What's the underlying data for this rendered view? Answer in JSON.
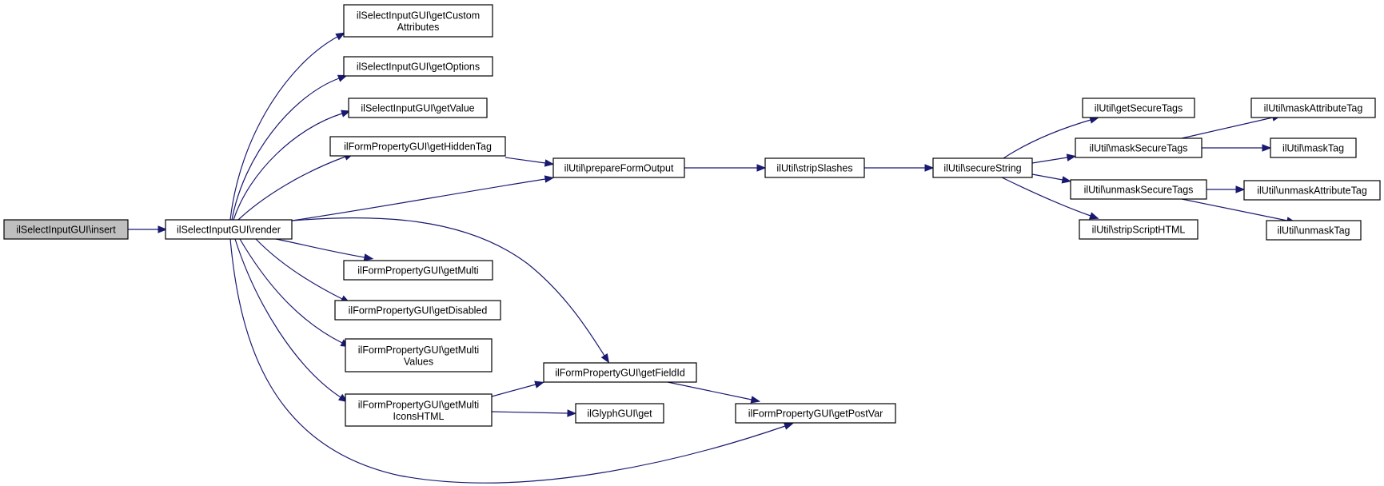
{
  "colors": {
    "edge": "#191970",
    "node_border": "#000000",
    "root_fill": "#bfbfbf",
    "node_fill": "#ffffff"
  },
  "nodes": [
    {
      "id": "insert",
      "lines": [
        "ilSelectInputGUI\\insert"
      ],
      "root": true
    },
    {
      "id": "render",
      "lines": [
        "ilSelectInputGUI\\render"
      ]
    },
    {
      "id": "getCustomAttributes",
      "lines": [
        "ilSelectInputGUI\\getCustom",
        "Attributes"
      ]
    },
    {
      "id": "getOptions",
      "lines": [
        "ilSelectInputGUI\\getOptions"
      ]
    },
    {
      "id": "getValue",
      "lines": [
        "ilSelectInputGUI\\getValue"
      ]
    },
    {
      "id": "getHiddenTag",
      "lines": [
        "ilFormPropertyGUI\\getHiddenTag"
      ]
    },
    {
      "id": "getMulti",
      "lines": [
        "ilFormPropertyGUI\\getMulti"
      ]
    },
    {
      "id": "getDisabled",
      "lines": [
        "ilFormPropertyGUI\\getDisabled"
      ]
    },
    {
      "id": "getMultiValues",
      "lines": [
        "ilFormPropertyGUI\\getMulti",
        "Values"
      ]
    },
    {
      "id": "getMultiIconsHTML",
      "lines": [
        "ilFormPropertyGUI\\getMulti",
        "IconsHTML"
      ]
    },
    {
      "id": "prepareFormOutput",
      "lines": [
        "ilUtil\\prepareFormOutput"
      ]
    },
    {
      "id": "getFieldId",
      "lines": [
        "ilFormPropertyGUI\\getFieldId"
      ]
    },
    {
      "id": "glyphGet",
      "lines": [
        "ilGlyphGUI\\get"
      ]
    },
    {
      "id": "getPostVar",
      "lines": [
        "ilFormPropertyGUI\\getPostVar"
      ]
    },
    {
      "id": "stripSlashes",
      "lines": [
        "ilUtil\\stripSlashes"
      ]
    },
    {
      "id": "secureString",
      "lines": [
        "ilUtil\\secureString"
      ]
    },
    {
      "id": "getSecureTags",
      "lines": [
        "ilUtil\\getSecureTags"
      ]
    },
    {
      "id": "maskSecureTags",
      "lines": [
        "ilUtil\\maskSecureTags"
      ]
    },
    {
      "id": "unmaskSecureTags",
      "lines": [
        "ilUtil\\unmaskSecureTags"
      ]
    },
    {
      "id": "stripScriptHTML",
      "lines": [
        "ilUtil\\stripScriptHTML"
      ]
    },
    {
      "id": "maskAttributeTag",
      "lines": [
        "ilUtil\\maskAttributeTag"
      ]
    },
    {
      "id": "maskTag",
      "lines": [
        "ilUtil\\maskTag"
      ]
    },
    {
      "id": "unmaskAttributeTag",
      "lines": [
        "ilUtil\\unmaskAttributeTag"
      ]
    },
    {
      "id": "unmaskTag",
      "lines": [
        "ilUtil\\unmaskTag"
      ]
    }
  ],
  "edges": [
    {
      "from": "insert",
      "to": "render"
    },
    {
      "from": "render",
      "to": "getCustomAttributes"
    },
    {
      "from": "render",
      "to": "getOptions"
    },
    {
      "from": "render",
      "to": "getValue"
    },
    {
      "from": "render",
      "to": "getHiddenTag"
    },
    {
      "from": "render",
      "to": "prepareFormOutput"
    },
    {
      "from": "render",
      "to": "getFieldId"
    },
    {
      "from": "render",
      "to": "getMulti"
    },
    {
      "from": "render",
      "to": "getDisabled"
    },
    {
      "from": "render",
      "to": "getMultiValues"
    },
    {
      "from": "render",
      "to": "getMultiIconsHTML"
    },
    {
      "from": "render",
      "to": "getPostVar"
    },
    {
      "from": "getHiddenTag",
      "to": "prepareFormOutput"
    },
    {
      "from": "getMultiIconsHTML",
      "to": "getFieldId"
    },
    {
      "from": "getMultiIconsHTML",
      "to": "glyphGet"
    },
    {
      "from": "getFieldId",
      "to": "getPostVar"
    },
    {
      "from": "prepareFormOutput",
      "to": "stripSlashes"
    },
    {
      "from": "stripSlashes",
      "to": "secureString"
    },
    {
      "from": "secureString",
      "to": "getSecureTags"
    },
    {
      "from": "secureString",
      "to": "maskSecureTags"
    },
    {
      "from": "secureString",
      "to": "unmaskSecureTags"
    },
    {
      "from": "secureString",
      "to": "stripScriptHTML"
    },
    {
      "from": "maskSecureTags",
      "to": "maskAttributeTag"
    },
    {
      "from": "maskSecureTags",
      "to": "maskTag"
    },
    {
      "from": "unmaskSecureTags",
      "to": "unmaskAttributeTag"
    },
    {
      "from": "unmaskSecureTags",
      "to": "unmaskTag"
    }
  ]
}
